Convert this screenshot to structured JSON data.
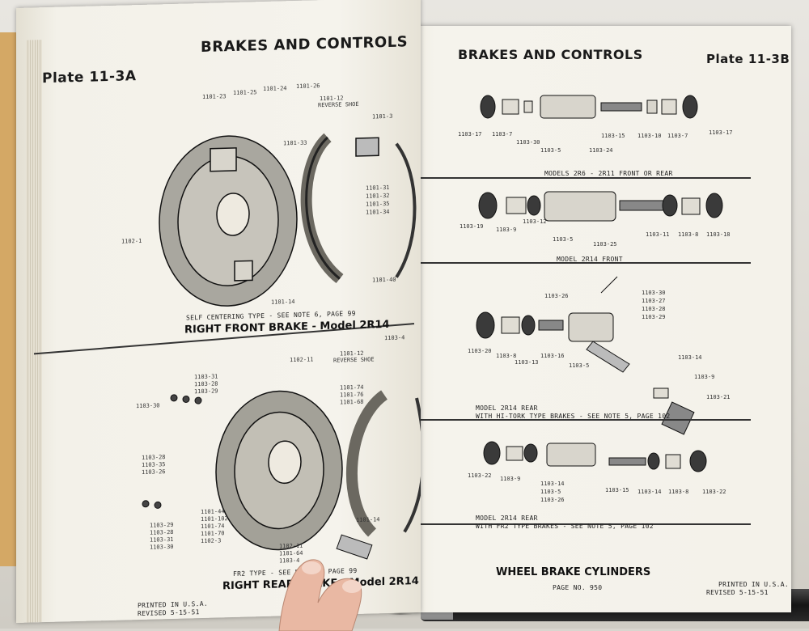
{
  "left_page": {
    "plate": "Plate 11-3A",
    "title": "BRAKES AND CONTROLS",
    "section1_caption": "SELF CENTERING TYPE - SEE NOTE 6, PAGE 99",
    "section1_title": "RIGHT FRONT BRAKE - Model 2R14",
    "section2_caption": "FR2 TYPE - SEE NOTE 5, PAGE 99",
    "section2_title": "RIGHT REAR BRAKE - Model 2R14",
    "reverse_shoe_1": "REVERSE SHOE",
    "reverse_shoe_2": "REVERSE SHOE",
    "printed": "PRINTED IN U.S.A.",
    "revised": "REVISED 5-15-51",
    "labels_top": [
      "1101-23",
      "1101-25",
      "1101-24",
      "1101-26",
      "1101-12",
      "1101-33",
      "1101-3",
      "1101-31",
      "1101-32",
      "1101-35",
      "1101-34",
      "1102-1",
      "1101-14",
      "1101-40"
    ],
    "labels_bottom": [
      "1103-31",
      "1103-28",
      "1103-29",
      "1103-30",
      "1102-11",
      "1101-12",
      "1103-4",
      "1101-74",
      "1101-76",
      "1101-68",
      "1103-28",
      "1103-35",
      "1103-26",
      "1101-44",
      "1101-102",
      "1101-74",
      "1101-70",
      "1102-3",
      "1103-29",
      "1103-28",
      "1103-31",
      "1103-30",
      "1102-11",
      "1101-64",
      "1103-4",
      "1101-14"
    ]
  },
  "right_page": {
    "plate": "Plate 11-3B",
    "title": "BRAKES AND CONTROLS",
    "section1_caption": "MODELS 2R6 - 2R11 FRONT OR REAR",
    "section2_caption": "MODEL 2R14 FRONT",
    "section3_caption_line1": "MODEL 2R14 REAR",
    "section3_caption_line2": "WITH HI-TORK TYPE BRAKES - SEE NOTE 5, PAGE 102",
    "section4_caption_line1": "MODEL 2R14 REAR",
    "section4_caption_line2": "WITH FR2 TYPE BRAKES - SEE NOTE 5, PAGE 102",
    "bottom_title": "WHEEL BRAKE CYLINDERS",
    "page_no": "PAGE NO. 950",
    "printed": "PRINTED IN U.S.A.",
    "revised": "REVISED 5-15-51",
    "labels_row1": [
      "1103-17",
      "1103-7",
      "1103-30",
      "1103-5",
      "1103-24",
      "1103-15",
      "1103-10",
      "1103-7",
      "1103-17"
    ],
    "labels_row2": [
      "1103-19",
      "1103-9",
      "1103-12",
      "1103-5",
      "1103-25",
      "1103-11",
      "1103-8",
      "1103-18"
    ],
    "labels_row3": [
      "1103-26",
      "1103-30",
      "1103-27",
      "1103-28",
      "1103-29",
      "1103-20",
      "1103-8",
      "1103-13",
      "1103-16",
      "1103-5",
      "1103-14",
      "1103-9",
      "1103-21"
    ],
    "labels_row4": [
      "1103-22",
      "1103-9",
      "1103-14",
      "1103-5",
      "1103-26",
      "1103-15",
      "1103-14",
      "1103-8",
      "1103-22"
    ]
  },
  "colors": {
    "paper": "#f3f1e9",
    "ink": "#1a1a1a",
    "tan": "#d4a865"
  }
}
